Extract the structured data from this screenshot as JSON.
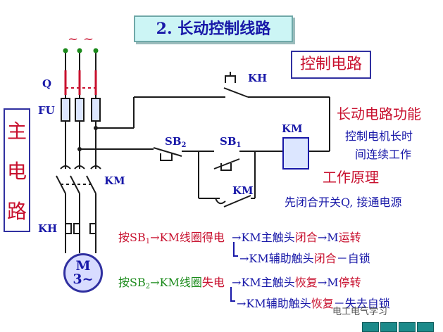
{
  "title": "2. 长动控制线路",
  "control_circuit_label": "控制电路",
  "main_circuit_label": [
    "主",
    "电",
    "路"
  ],
  "labels": {
    "q": "Q",
    "fu": "FU",
    "km_main": "KM",
    "kh_main": "KH",
    "kh_control": "KH",
    "sb2_base": "SB",
    "sb2_sub": "2",
    "sb1_base": "SB",
    "sb1_sub": "1",
    "km_coil": "KM",
    "km_aux": "KM",
    "motor_m": "M",
    "motor_3": "3~",
    "tilde": "~"
  },
  "function_heading": "长动电路功能",
  "function_text": [
    "控制电机长时",
    "间连续工作"
  ],
  "principle_heading": "工作原理",
  "principle_text": "先闭合开关Q, 接通电源",
  "formula1": {
    "press": "按SB",
    "sub": "1",
    "arrow_coil": "→KM线圈",
    "state": "得电",
    "arrow_main": "→KM主触头",
    "main_state": "闭合",
    "arrow_motor": "→M",
    "motor_state": "运转",
    "aux_line": "→KM辅助触头",
    "aux_state": "闭合",
    "aux_result": "－自锁"
  },
  "formula2": {
    "press": "按SB",
    "sub": "2",
    "arrow_coil": "→KM线圈",
    "state": "失电",
    "arrow_main": "→KM主触头",
    "main_state": "恢复",
    "arrow_motor": "→M",
    "motor_state": "停转",
    "aux_line": "→KM辅助触头",
    "aux_state": "恢复",
    "aux_result": "－失去自锁"
  },
  "watermark": "电工电气学习",
  "colors": {
    "wire": "#1a1a1a",
    "blue": "#1818a8",
    "red": "#c8102e",
    "green": "#1a8a1a",
    "coil": "#dce6ff",
    "fuse": "#dce6ff"
  }
}
